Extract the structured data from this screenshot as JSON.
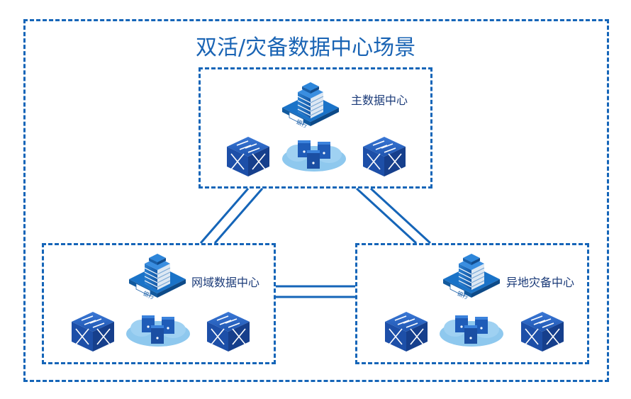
{
  "title": "双活/灾备数据中心场景",
  "datacenters": {
    "main": {
      "label": "主数据中心"
    },
    "left": {
      "label": "网域数据中心"
    },
    "right": {
      "label": "异地灾备中心"
    }
  },
  "bank_sign": "银行",
  "colors": {
    "accent": "#1565b8",
    "cloud": "#8ec8ee",
    "switch": "#1d4fa8"
  },
  "icons": [
    "bank-building-icon",
    "switch-icon",
    "server-cloud-icon"
  ]
}
